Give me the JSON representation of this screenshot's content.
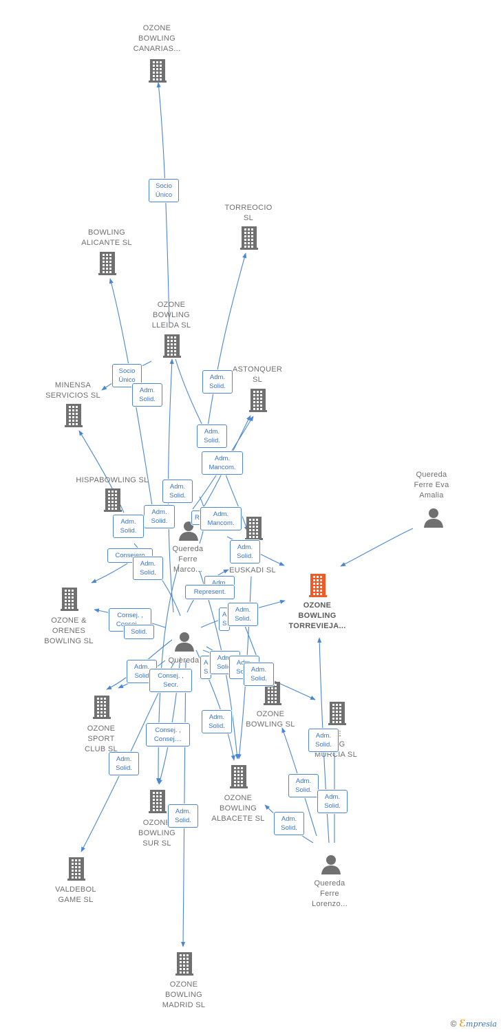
{
  "colors": {
    "edge": "#4a86d4",
    "node": "#707070",
    "focus": "#f05a28",
    "label_text": "#3a74c4"
  },
  "nodes": [
    {
      "id": "canarias",
      "type": "company",
      "label": "OZONE\nBOWLING\nCANARIAS..."
    },
    {
      "id": "torreocio",
      "type": "company",
      "label": "TORREOCIO\nSL"
    },
    {
      "id": "alicante",
      "type": "company",
      "label": "BOWLING\nALICANTE  SL"
    },
    {
      "id": "lleida",
      "type": "company",
      "label": "OZONE\nBOWLING\nLLEIDA  SL"
    },
    {
      "id": "astonquer",
      "type": "company",
      "label": "ASTONQUER\nSL"
    },
    {
      "id": "minensa",
      "type": "company",
      "label": "MINENSA\nSERVICIOS  SL"
    },
    {
      "id": "hispabowling",
      "type": "company",
      "label": "HISPABOWLING SL"
    },
    {
      "id": "euskadi",
      "type": "company",
      "label": "E\nNG\nEUSKADI  SL"
    },
    {
      "id": "torrevieja",
      "type": "focus",
      "label": "OZONE\nBOWLING\nTORREVIEJA..."
    },
    {
      "id": "orenes",
      "type": "company",
      "label": "OZONE &\nORENES\nBOWLING  SL"
    },
    {
      "id": "sportclub",
      "type": "company",
      "label": "OZONE\nSPORT\nCLUB  SL"
    },
    {
      "id": "ozonebowling",
      "type": "company",
      "label": "OZONE\nBOWLING  SL"
    },
    {
      "id": "murcia",
      "type": "company",
      "label": "NE\nLING\nMURCIA SL"
    },
    {
      "id": "albacete",
      "type": "company",
      "label": "OZONE\nBOWLING\nALBACETE SL"
    },
    {
      "id": "sur",
      "type": "company",
      "label": "OZONE\nBOWLING\nSUR  SL"
    },
    {
      "id": "valdebol",
      "type": "company",
      "label": "VALDEBOL\nGAME  SL"
    },
    {
      "id": "madrid",
      "type": "company",
      "label": "OZONE\nBOWLING\nMADRID  SL"
    },
    {
      "id": "eva",
      "type": "person",
      "label": "Quereda\nFerre Eva\nAmalia"
    },
    {
      "id": "marco",
      "type": "person",
      "label": "Quereda\nFerre\nMarco..."
    },
    {
      "id": "p2",
      "type": "person",
      "label": "Quereda\ne\nas"
    },
    {
      "id": "lorenzo",
      "type": "person",
      "label": "Quereda\nFerre\nLorenzo..."
    }
  ],
  "edge_labels": [
    {
      "id": "e1",
      "text": "Socio\nÚnico"
    },
    {
      "id": "e2",
      "text": "Socio\nÚnico"
    },
    {
      "id": "e3",
      "text": "Adm.\nSolid."
    },
    {
      "id": "e4",
      "text": "Adm.\nSolid."
    },
    {
      "id": "e5",
      "text": "Adm.\nSolid."
    },
    {
      "id": "e6",
      "text": "Adm.\nMancom."
    },
    {
      "id": "e7",
      "text": "Adm.\nSolid."
    },
    {
      "id": "e8",
      "text": "Adm.\nSolid."
    },
    {
      "id": "e9",
      "text": "Adm.\nSolid."
    },
    {
      "id": "e10",
      "text": "R"
    },
    {
      "id": "e11",
      "text": "Adm.\nMancom."
    },
    {
      "id": "e12",
      "text": "Adm.\nSolid."
    },
    {
      "id": "e13",
      "text": "Consejero"
    },
    {
      "id": "e14",
      "text": "Adm.\nSolid."
    },
    {
      "id": "e15",
      "text": "Adm.\nSolid."
    },
    {
      "id": "e16",
      "text": "Represent."
    },
    {
      "id": "e17",
      "text": "Consej. ,\nConsej...."
    },
    {
      "id": "e18",
      "text": "Solid."
    },
    {
      "id": "e19",
      "text": "A\nS"
    },
    {
      "id": "e20",
      "text": "Adm.\nSolid."
    },
    {
      "id": "e21",
      "text": "Adm.\nSolid"
    },
    {
      "id": "e22",
      "text": "Consej. ,\nSecr."
    },
    {
      "id": "e23",
      "text": "A\nS"
    },
    {
      "id": "e24",
      "text": "Adm.\nSolid."
    },
    {
      "id": "e25",
      "text": "Adm.\nSolid."
    },
    {
      "id": "e26",
      "text": "Adm.\nSolid."
    },
    {
      "id": "e27",
      "text": "Consej. ,\nConsej...."
    },
    {
      "id": "e28",
      "text": "Adm.\nSolid."
    },
    {
      "id": "e29",
      "text": "Adm.\nSolid."
    },
    {
      "id": "e30",
      "text": "Adm.\nSolid."
    },
    {
      "id": "e31",
      "text": "Adm.\nSolid."
    },
    {
      "id": "e32",
      "text": "Adm.\nSolid."
    },
    {
      "id": "e33",
      "text": "Adm.\nSolid."
    },
    {
      "id": "e34",
      "text": "Adm.\nSolid."
    }
  ],
  "footer": {
    "copyright": "©",
    "brand_initial": "ℰ",
    "brand_rest": "mpresia"
  }
}
